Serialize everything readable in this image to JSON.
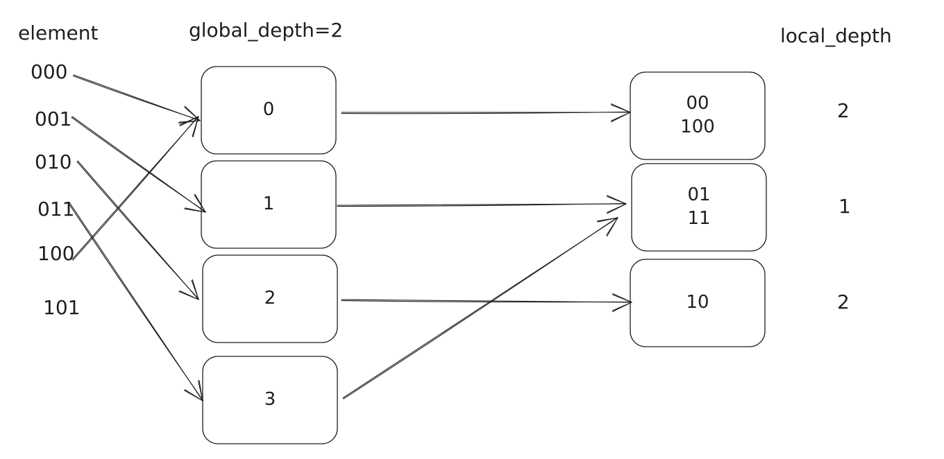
{
  "headers": {
    "element": "element",
    "global_depth": "global_depth=2",
    "local_depth": "local_depth"
  },
  "elements": [
    "000",
    "001",
    "010",
    "011",
    "100",
    "101"
  ],
  "directory": [
    {
      "label": "0"
    },
    {
      "label": "1"
    },
    {
      "label": "2"
    },
    {
      "label": "3"
    }
  ],
  "buckets": [
    {
      "lines": [
        "00",
        "100"
      ],
      "local_depth": "2"
    },
    {
      "lines": [
        "01",
        "11"
      ],
      "local_depth": "1"
    },
    {
      "lines": [
        "10"
      ],
      "local_depth": "2"
    }
  ],
  "element_links": [
    {
      "from": "000",
      "to": "0"
    },
    {
      "from": "001",
      "to": "1"
    },
    {
      "from": "010",
      "to": "2"
    },
    {
      "from": "011",
      "to": "3"
    },
    {
      "from": "100",
      "to": "0"
    }
  ],
  "directory_links": [
    {
      "from": "0",
      "to_bucket": 0
    },
    {
      "from": "1",
      "to_bucket": 1
    },
    {
      "from": "2",
      "to_bucket": 2
    },
    {
      "from": "3",
      "to_bucket": 1
    }
  ],
  "colors": {
    "stroke": "#1e1e1e",
    "background": "#ffffff"
  }
}
